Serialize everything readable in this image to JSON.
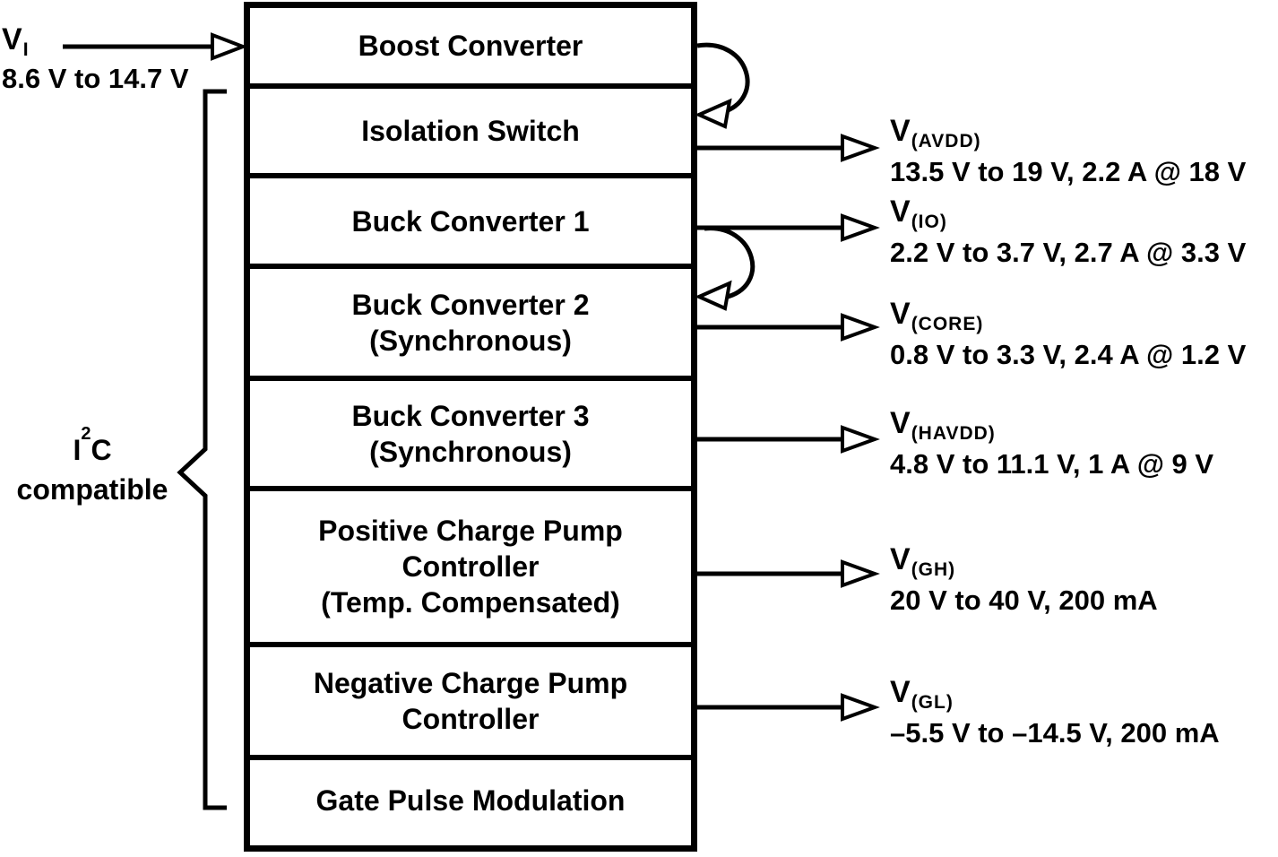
{
  "input": {
    "symbol": "V",
    "subscript": "I",
    "range": "8.6 V to 14.7 V"
  },
  "i2c": {
    "base": "I",
    "sup": "2",
    "rest": "C",
    "line2": "compatible"
  },
  "blocks": [
    {
      "lines": [
        "Boost Converter"
      ]
    },
    {
      "lines": [
        "Isolation Switch"
      ]
    },
    {
      "lines": [
        "Buck Converter 1"
      ]
    },
    {
      "lines": [
        "Buck Converter 2",
        "(Synchronous)"
      ]
    },
    {
      "lines": [
        "Buck Converter 3",
        "(Synchronous)"
      ]
    },
    {
      "lines": [
        "Positive Charge Pump",
        "Controller",
        "(Temp. Compensated)"
      ]
    },
    {
      "lines": [
        "Negative Charge Pump",
        "Controller"
      ]
    },
    {
      "lines": [
        "Gate Pulse Modulation"
      ]
    }
  ],
  "outputs": [
    {
      "symbol": "V",
      "subscript": "(AVDD)",
      "spec": "13.5 V to 19 V, 2.2 A @ 18 V"
    },
    {
      "symbol": "V",
      "subscript": "(IO)",
      "spec": "2.2 V to 3.7 V, 2.7 A @ 3.3 V"
    },
    {
      "symbol": "V",
      "subscript": "(CORE)",
      "spec": "0.8 V to 3.3 V, 2.4 A @ 1.2 V"
    },
    {
      "symbol": "V",
      "subscript": "(HAVDD)",
      "spec": "4.8 V to 11.1 V, 1 A @ 9 V"
    },
    {
      "symbol": "V",
      "subscript": "(GH)",
      "spec": "20 V to 40 V, 200 mA"
    },
    {
      "symbol": "V",
      "subscript": "(GL)",
      "spec": "–5.5 V to –14.5 V, 200 mA"
    }
  ],
  "colors": {
    "ink": "#000000",
    "background": "#ffffff"
  }
}
